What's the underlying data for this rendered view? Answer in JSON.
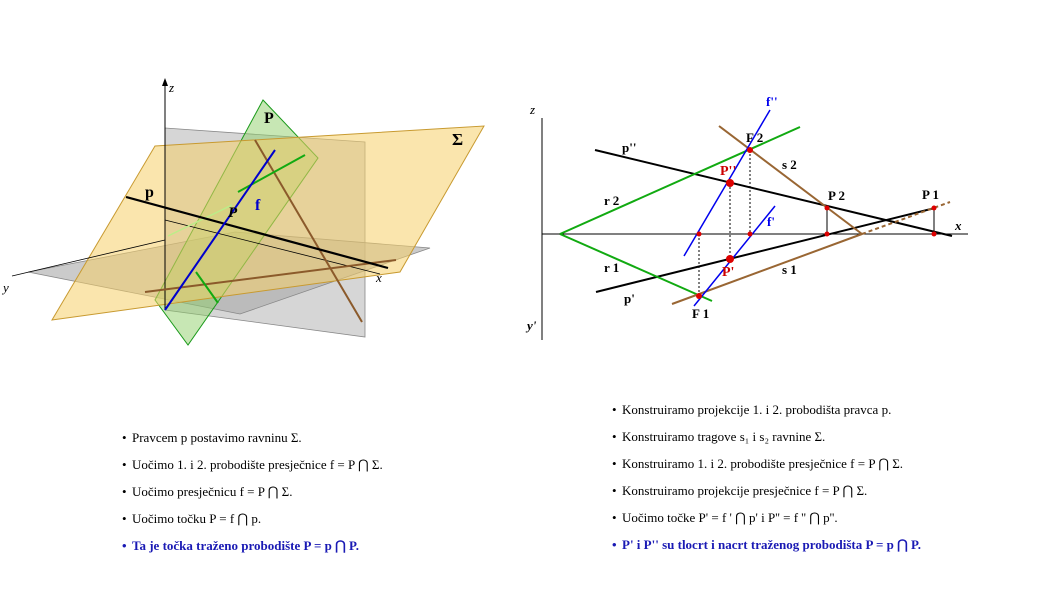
{
  "left_figure": {
    "axis_z": "z",
    "axis_x": "x",
    "axis_y": "y",
    "plane_P": "P",
    "plane_Sigma": "Σ",
    "line_p": "p",
    "line_f": "f",
    "point_P": "P",
    "colors": {
      "plane_sigma": "#f5cf6a",
      "plane_P": "#8fd06a",
      "ground": "#a8a8a8",
      "line_f": "#0000cc",
      "trace": "#8b5a2b"
    }
  },
  "right_figure": {
    "axis_z": "z",
    "axis_x": "x",
    "axis_y": "y'",
    "p_dd": "p''",
    "p_d": "p'",
    "r2": "r 2",
    "r1": "r 1",
    "s2": "s 2",
    "s1": "s 1",
    "f_dd": "f''",
    "f_d": "f'",
    "F2": "F 2",
    "F1": "F 1",
    "P_dd": "P''",
    "P_d": "P'",
    "P2": "P 2",
    "P1": "P 1",
    "colors": {
      "r_lines": "#11aa11",
      "s_lines": "#996633",
      "f_lines": "#0000ee",
      "points": "#dd0000",
      "labels_red": "#cc0000"
    }
  },
  "steps_left": [
    "Pravcem  p  postavimo ravninu Σ.",
    "Uočimo 1. i 2. probodište presječnice  f = P ⋂ Σ.",
    "Uočimo presječnicu  f = P ⋂ Σ.",
    "Uočimo točku  P = f ⋂ p.",
    "Ta je točka traženo probodište  P = p ⋂ P."
  ],
  "steps_right": [
    "Konstruiramo projekcije 1. i 2. probodišta pravca  p.",
    "Konstruiramo tragove  s₁  i  s₂  ravnine Σ.",
    "Konstruiramo 1. i 2. probodište presječnice  f = P ⋂ Σ.",
    "Konstruiramo projekcije presječnice  f = P ⋂ Σ.",
    "Uočimo točke  P' = f ' ⋂ p' i  P'' = f '' ⋂ p''.",
    "P' i P'' su tlocrt i nacrt traženog probodišta  P = p ⋂ P."
  ]
}
